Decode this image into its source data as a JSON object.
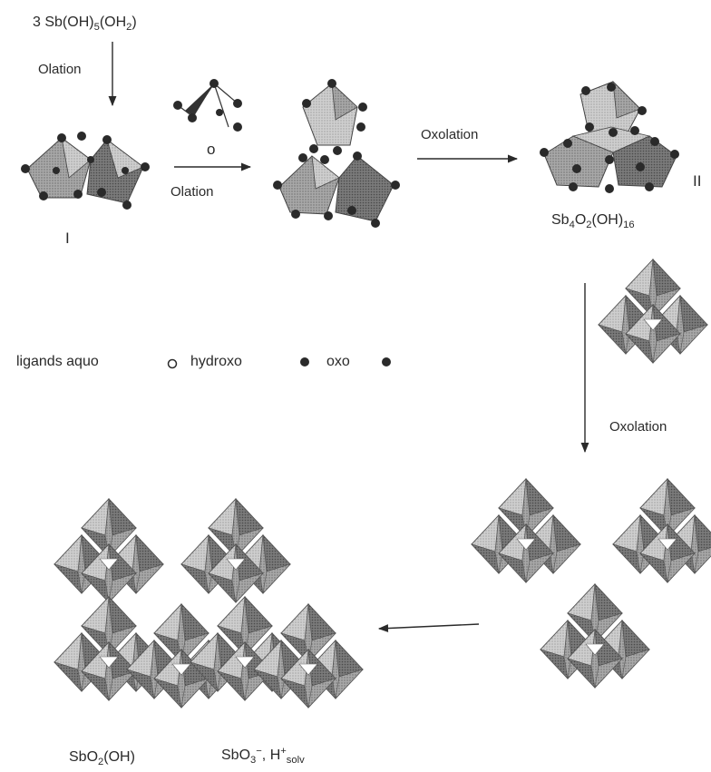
{
  "reactant": {
    "prefix": "3 Sb(OH)",
    "sub1": "5",
    "mid": "(OH",
    "sub2": "2",
    "suffix": ")"
  },
  "steps": {
    "olation_1": "Olation",
    "olation_2": "Olation",
    "oxolation_1": "Oxolation",
    "oxolation_2": "Oxolation"
  },
  "small_fragment_label": "o",
  "roman_i": "I",
  "roman_ii": "II",
  "tetramer": {
    "p1": "Sb",
    "s1": "4",
    "p2": "O",
    "s2": "2",
    "p3": "(OH)",
    "s3": "16"
  },
  "legend": {
    "prefix": "ligands aquo",
    "hydroxo": "hydroxo",
    "oxo": "oxo",
    "symbols": {
      "aquo": "open-circle",
      "hydroxo": "filled-circle",
      "oxo": "filled-circle"
    }
  },
  "product_1": {
    "p1": "SbO",
    "s1": "2",
    "p2": "(OH)"
  },
  "product_2": {
    "p1": "SbO",
    "s1": "3",
    "sup1": "−",
    "p2": ",  H",
    "sup2": "+",
    "s2": "solv"
  },
  "colors": {
    "ink": "#2a2a2a",
    "face_dark": "#6e6e6e",
    "face_mid": "#9c9c9c",
    "face_light": "#c8c8c8"
  }
}
